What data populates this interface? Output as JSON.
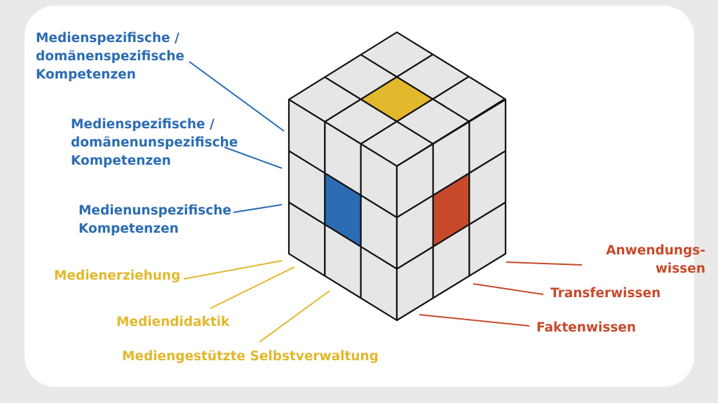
{
  "colors": {
    "blue": "#2b6cb3",
    "yellow": "#e2b82c",
    "red": "#c64a2a",
    "cell": "#e6e6e6",
    "edge": "#111111"
  },
  "labels": {
    "medien_dom_spez": [
      "Medienspezifische /",
      "domänenspezifische",
      "Kompetenzen"
    ],
    "medien_dom_unspez": [
      "Medienspezifische /",
      "domänenunspezifische",
      "Kompetenzen"
    ],
    "medienunspez": [
      "Medienunspezifische",
      "Kompetenzen"
    ],
    "medienerziehung": "Medienerziehung",
    "mediendidaktik": "Mediendidaktik",
    "selbstverwaltung": "Mediengestützte Selbstverwaltung",
    "anwendungswissen": [
      "Anwendungs-",
      "wissen"
    ],
    "transferwissen": "Transferwissen",
    "faktenwissen": "Faktenwissen"
  },
  "cube": {
    "grid": 3,
    "highlight": {
      "top": "yellow",
      "left": "blue",
      "right": "red"
    }
  }
}
